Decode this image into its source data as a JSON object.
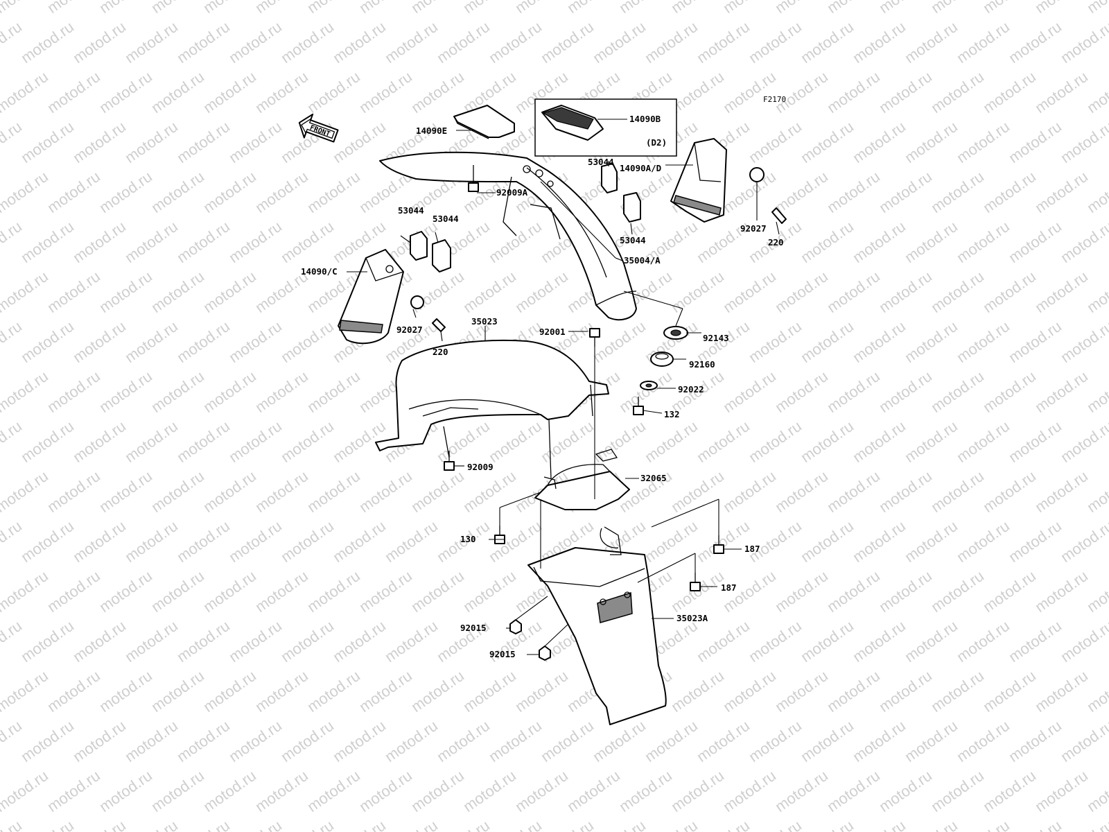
{
  "watermark": "motod.ru",
  "figure_code": "F2170",
  "front_arrow_text": "FRONT",
  "variant_note": "(D2)",
  "labels": {
    "p14090E": "14090E",
    "p14090B": "14090B",
    "p53044_top": "53044",
    "p14090AD": "14090A/D",
    "p53044_l1": "53044",
    "p53044_l2": "53044",
    "p53044_r": "53044",
    "p92009A": "92009A",
    "p92027_r": "92027",
    "p220_r": "220",
    "p35004A": "35004/A",
    "p14090C": "14090/C",
    "p92027_l": "92027",
    "p220_l": "220",
    "p35023": "35023",
    "p92001": "92001",
    "p92143": "92143",
    "p92160": "92160",
    "p92022": "92022",
    "p132": "132",
    "p92009": "92009",
    "p32065": "32065",
    "p130": "130",
    "p187_a": "187",
    "p187_b": "187",
    "p35023A": "35023A",
    "p92015_a": "92015",
    "p92015_b": "92015"
  }
}
